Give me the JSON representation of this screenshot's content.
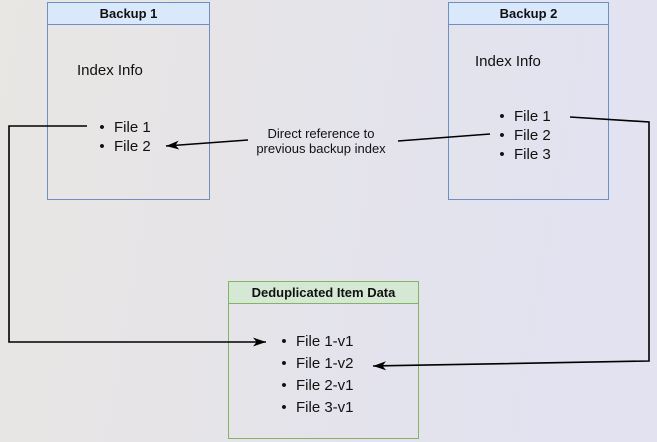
{
  "diagram": {
    "backup1": {
      "title": "Backup 1",
      "heading": "Index Info",
      "files": [
        "File 1",
        "File 2"
      ]
    },
    "backup2": {
      "title": "Backup 2",
      "heading": "Index Info",
      "files": [
        "File 1",
        "File 2",
        "File 3"
      ]
    },
    "dedup": {
      "title": "Deduplicated Item Data",
      "files": [
        "File 1-v1",
        "File 1-v2",
        "File 2-v1",
        "File 3-v1"
      ]
    },
    "edge_label": "Direct reference to previous backup index",
    "bullet": "•"
  },
  "colors": {
    "blue_fill": "#dae8fc",
    "blue_border": "#6f8fc1",
    "green_fill": "#d5e8d4",
    "green_border": "#84b366",
    "arrow": "#000000"
  }
}
